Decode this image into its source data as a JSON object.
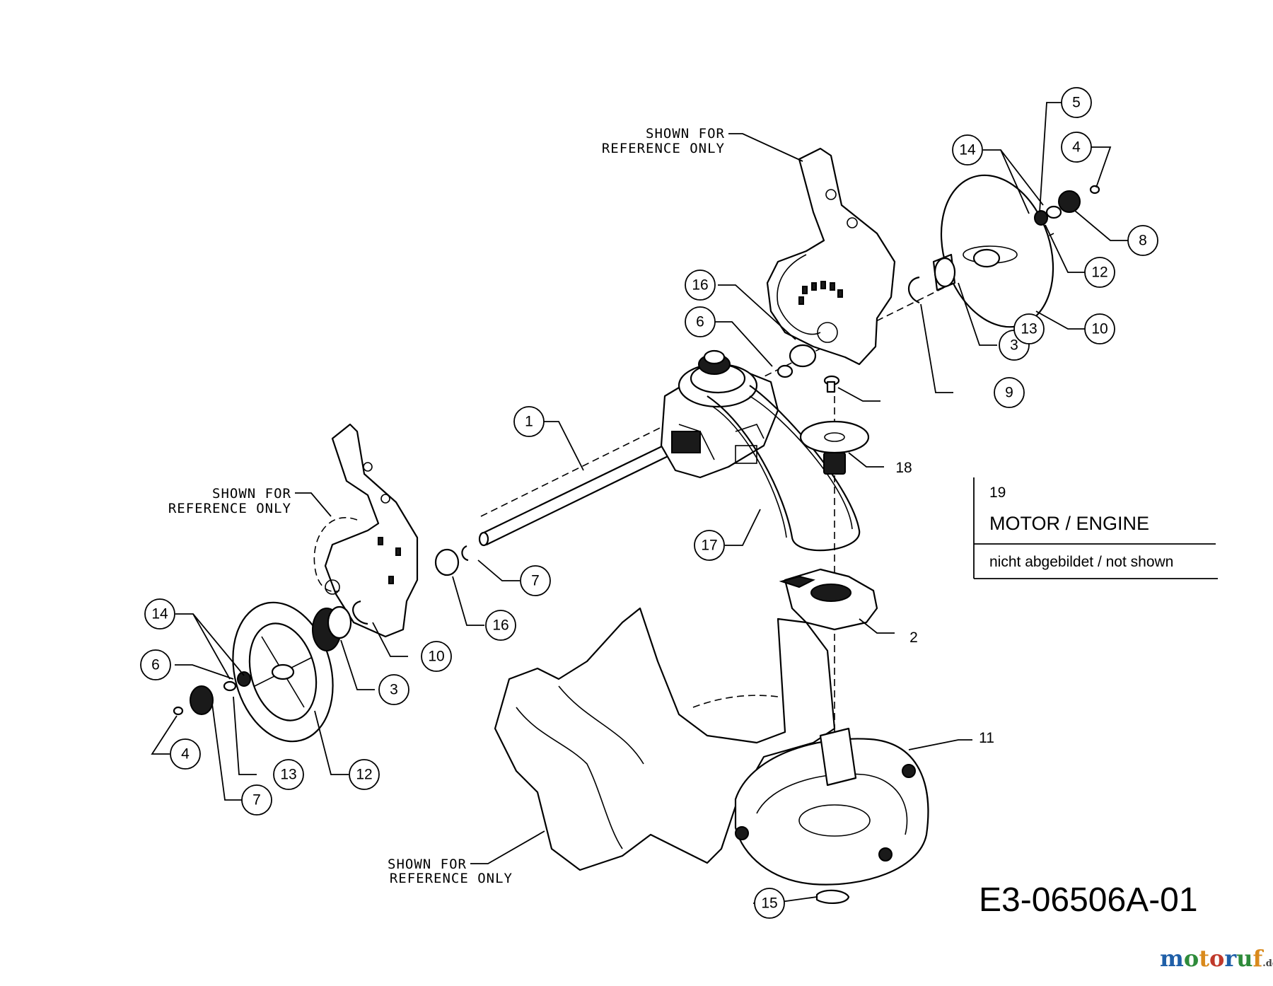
{
  "reference_notes": [
    "SHOWN FOR",
    "REFERENCE ONLY"
  ],
  "callouts": [
    "1",
    "2",
    "3",
    "3",
    "4",
    "4",
    "5",
    "6",
    "6",
    "7",
    "7",
    "8",
    "9",
    "10",
    "10",
    "11",
    "12",
    "12",
    "13",
    "13",
    "14",
    "14",
    "15",
    "16",
    "16",
    "17",
    "18"
  ],
  "motor_box": {
    "number": "19",
    "title": "MOTOR / ENGINE",
    "note": "nicht abgebildet / not shown"
  },
  "drawing_id": "E3-06506A-01",
  "brand": {
    "name": "motoruf",
    "suffix": ".de",
    "colors": [
      "#1f5fa8",
      "#2e8b3a",
      "#d98a1c",
      "#c0392b"
    ]
  }
}
